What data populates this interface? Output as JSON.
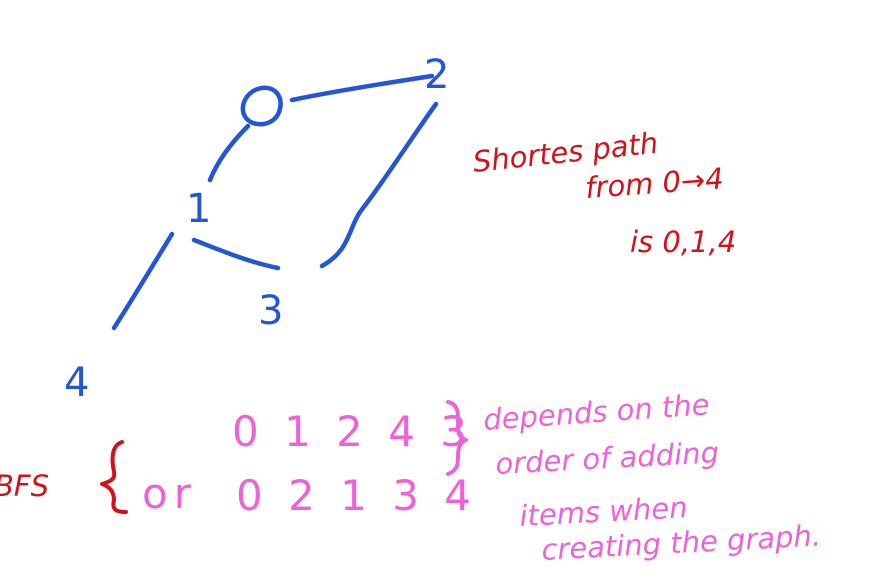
{
  "graph": {
    "nodes": [
      {
        "id": "0",
        "label": "0"
      },
      {
        "id": "1",
        "label": "1"
      },
      {
        "id": "2",
        "label": "2"
      },
      {
        "id": "3",
        "label": "3"
      },
      {
        "id": "4",
        "label": "4"
      }
    ],
    "edges": [
      {
        "from": "0",
        "to": "2"
      },
      {
        "from": "0",
        "to": "1"
      },
      {
        "from": "2",
        "to": "3"
      },
      {
        "from": "1",
        "to": "3"
      },
      {
        "from": "1",
        "to": "4"
      }
    ]
  },
  "shortest_path_note": {
    "line1": "Shortes path",
    "line2": "from 0→4",
    "line3": "is 0,1,4"
  },
  "bfs": {
    "label": "BFS",
    "order1": "0 1 2 4 3",
    "or_word": "or",
    "order2": "0 2 1 3 4",
    "note_line1": "depends on the",
    "note_line2": "order of adding",
    "note_line3": "items when",
    "note_line4": "creating the graph."
  },
  "colors": {
    "graph_ink": "#2455d6",
    "note_ink": "#d0121b",
    "bfs_ink": "#ec63d8",
    "background": "#ffffff"
  }
}
